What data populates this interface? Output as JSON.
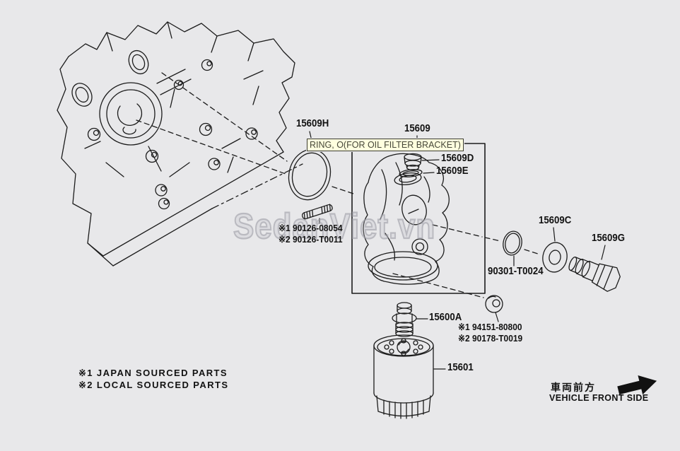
{
  "page": {
    "background_color": "#e8e8ea",
    "line_color": "#1c1c1c"
  },
  "watermark": {
    "text": "SedanViet.vn"
  },
  "tooltip": {
    "text": "RING, O(FOR OIL FILTER BRACKET)",
    "bg_color": "#ffffdf",
    "border_color": "#3c3c30"
  },
  "parts": {
    "p15609h": {
      "label": "15609H"
    },
    "p15609": {
      "label": "15609"
    },
    "p15609d": {
      "label": "15609D"
    },
    "p15609e": {
      "label": "15609E"
    },
    "p15609c": {
      "label": "15609C"
    },
    "p15609g": {
      "label": "15609G"
    },
    "p90301": {
      "label": "90301-T0024"
    },
    "p15600a": {
      "label": "15600A"
    },
    "p15601": {
      "label": "15601"
    },
    "stud": {
      "line1": "※1 90126-08054",
      "line2": "※2 90126-T0011"
    },
    "nut": {
      "line1": "※1 94151-80800",
      "line2": "※2 90178-T0019"
    }
  },
  "legend": {
    "note1": "※1 JAPAN SOURCED PARTS",
    "note2": "※2 LOCAL SOURCED PARTS"
  },
  "direction": {
    "jp": "車両前方",
    "en": "VEHICLE FRONT SIDE",
    "arrow_icon": "arrow-up-right"
  }
}
